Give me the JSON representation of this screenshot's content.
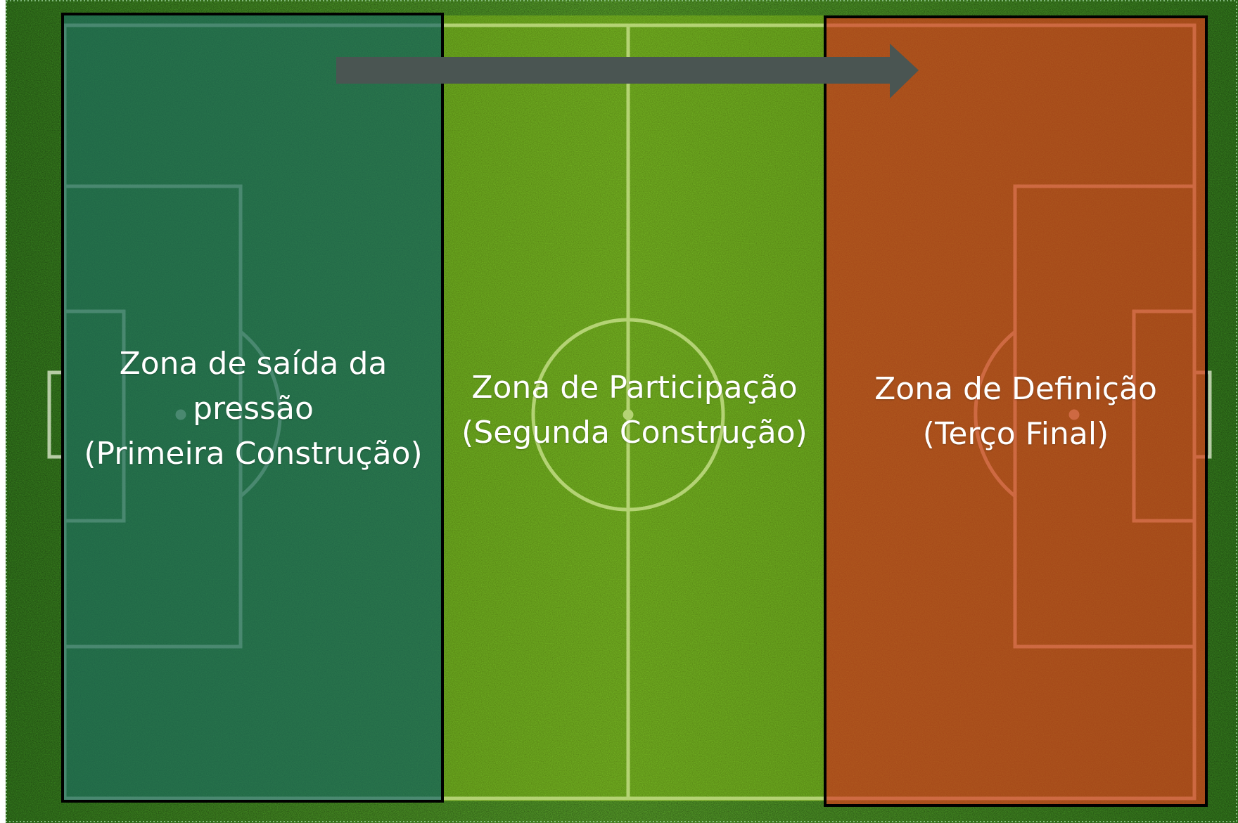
{
  "diagram": {
    "zones": [
      {
        "id": "build-up",
        "lines": [
          "Zona de saída da",
          "pressão",
          "(Primeira Construção)"
        ],
        "tint": "#1f6e5b"
      },
      {
        "id": "participation",
        "lines": [
          "Zona de Participação",
          "(Segunda Construção)"
        ],
        "tint": "#a3d414"
      },
      {
        "id": "definition",
        "lines": [
          "Zona de Definição",
          "(Terço Final)"
        ],
        "tint": "#d6431c"
      }
    ],
    "arrow": {
      "direction": "right",
      "color": "#4a5552"
    },
    "colors": {
      "grass_dark": "#3f8a22",
      "grass_light": "#5fae2e",
      "line": "#e8f0d8",
      "zone_border": "#000000"
    }
  }
}
